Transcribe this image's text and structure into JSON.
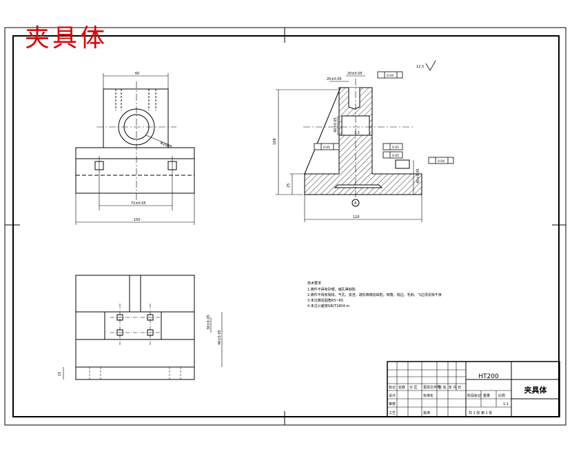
{
  "stamp_title": "夹具体",
  "title_block": {
    "material": "HT200",
    "part_name": "夹具体",
    "row_labels": [
      "标记",
      "处数",
      "分 区",
      "更改文件号",
      "签 名",
      "年 月 日"
    ],
    "design_row": [
      "设计",
      "标准化"
    ],
    "stage_labels": [
      "阶段标记",
      "重量",
      "比例"
    ],
    "review": "审核",
    "process": "工艺",
    "approve": "批准",
    "scale": "1:1",
    "sheets": "共 1 张   第 1 张"
  },
  "notes": {
    "heading": "技术要求",
    "lines": [
      "1.铸件不得有砂眼、缩孔等缺陷",
      "2.铸件不得有裂纹、气孔、夹渣、疏松等铸造缺陷，倒角、锐边、毛刺、飞边须去除干净",
      "3.未注铸造圆角R3~R5",
      "4.未注公差按GB/T1804-m"
    ]
  },
  "dims": {
    "front_width_top": "60",
    "front_width_bottom": "150",
    "front_hole_span": "72±0.05",
    "front_bore": "Φ20H7",
    "side_height": "108",
    "side_width": "120",
    "side_base": "25",
    "side_left": "40±0.05",
    "side_right": "40±0.05",
    "side_top_a": "20±0.05",
    "side_top_b": "20±0.05",
    "plan_a": "30±0.05",
    "plan_b": "40±0.05",
    "plan_side": "15",
    "roughness": "3.2",
    "roughness_other": "12.5",
    "datum": "A"
  },
  "tolerances": {
    "side_top": "0.04",
    "side_mid": "0.05",
    "side_right_a": "0.05",
    "side_right_b": "0.05",
    "side_far": "0.04"
  }
}
